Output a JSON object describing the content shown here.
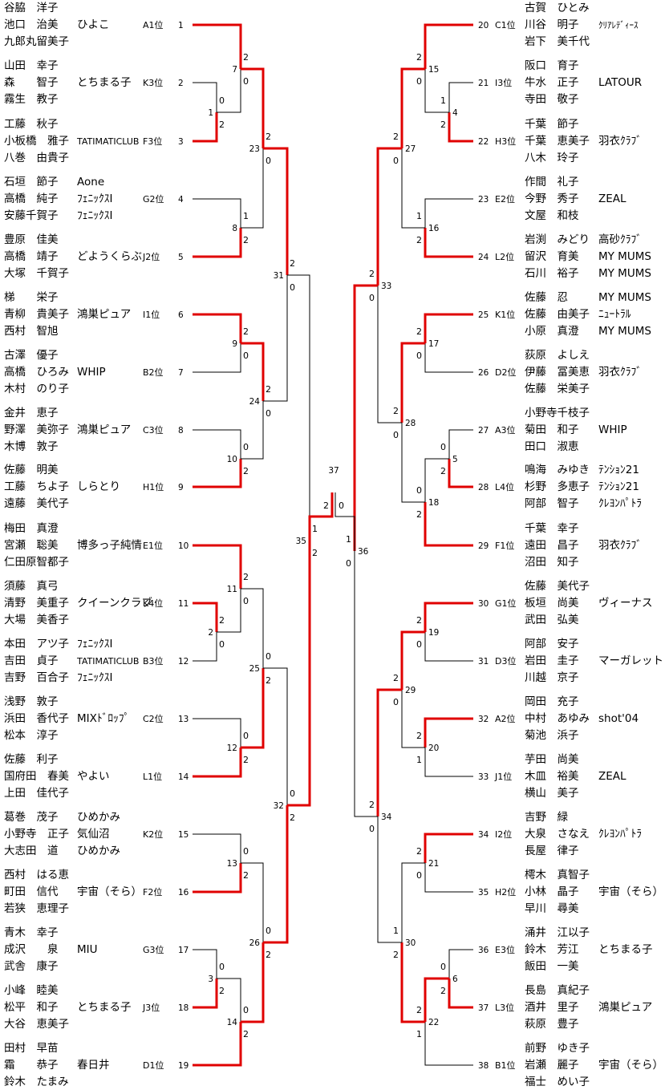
{
  "colors": {
    "winner_line": "#e00000",
    "loser_line": "#000000",
    "background": "#ffffff"
  },
  "teams": [
    {
      "num": "1",
      "seed": "A1位",
      "players": [
        {
          "name": "谷脇　洋子",
          "club": ""
        },
        {
          "name": "池口　治美",
          "club": "ひよこ"
        },
        {
          "name": "九郎丸留美子",
          "club": ""
        }
      ]
    },
    {
      "num": "2",
      "seed": "K3位",
      "players": [
        {
          "name": "山田　幸子",
          "club": ""
        },
        {
          "name": "森　　智子",
          "club": "とちまる子"
        },
        {
          "name": "霧生　教子",
          "club": ""
        }
      ]
    },
    {
      "num": "3",
      "seed": "F3位",
      "players": [
        {
          "name": "工藤　秋子",
          "club": ""
        },
        {
          "name": "小板橋　雅子",
          "club": "TATIMATICLUB"
        },
        {
          "name": "八巻　由貴子",
          "club": ""
        }
      ]
    },
    {
      "num": "4",
      "seed": "G2位",
      "players": [
        {
          "name": "石垣　節子",
          "club": "Aone"
        },
        {
          "name": "高橋　純子",
          "club": "ﾌｪﾆｯｸｽⅠ"
        },
        {
          "name": "安藤千賀子",
          "club": "ﾌｪﾆｯｸｽⅠ"
        }
      ]
    },
    {
      "num": "5",
      "seed": "J2位",
      "players": [
        {
          "name": "豊原　佳美",
          "club": ""
        },
        {
          "name": "高橋　靖子",
          "club": "どようくらぶ"
        },
        {
          "name": "大塚　千賀子",
          "club": ""
        }
      ]
    },
    {
      "num": "6",
      "seed": "I1位",
      "players": [
        {
          "name": "梯　　栄子",
          "club": ""
        },
        {
          "name": "青柳　貴美子",
          "club": "鴻巣ピュア"
        },
        {
          "name": "西村　智旭",
          "club": ""
        }
      ]
    },
    {
      "num": "7",
      "seed": "B2位",
      "players": [
        {
          "name": "古澤　優子",
          "club": ""
        },
        {
          "name": "高橋　ひろみ",
          "club": "WHIP"
        },
        {
          "name": "木村　のり子",
          "club": ""
        }
      ]
    },
    {
      "num": "8",
      "seed": "C3位",
      "players": [
        {
          "name": "金井　恵子",
          "club": ""
        },
        {
          "name": "野澤　美弥子",
          "club": "鴻巣ピュア"
        },
        {
          "name": "木博　敦子",
          "club": ""
        }
      ]
    },
    {
      "num": "9",
      "seed": "H1位",
      "players": [
        {
          "name": "佐藤　明美",
          "club": ""
        },
        {
          "name": "工藤　ちよ子",
          "club": "しらとり"
        },
        {
          "name": "遠藤　美代子",
          "club": ""
        }
      ]
    },
    {
      "num": "10",
      "seed": "E1位",
      "players": [
        {
          "name": "梅田　真澄",
          "club": ""
        },
        {
          "name": "宮瀬　聡美",
          "club": "博多っ子純情"
        },
        {
          "name": "仁田原智都子",
          "club": ""
        }
      ]
    },
    {
      "num": "11",
      "seed": "K4位",
      "players": [
        {
          "name": "須藤　真弓",
          "club": ""
        },
        {
          "name": "清野　美重子",
          "club": "クイーンクラブ"
        },
        {
          "name": "大場　美香子",
          "club": ""
        }
      ]
    },
    {
      "num": "12",
      "seed": "B3位",
      "players": [
        {
          "name": "本田　アツ子",
          "club": "ﾌｪﾆｯｸｽⅠ"
        },
        {
          "name": "吉田　貞子",
          "club": "TATIMATICLUB"
        },
        {
          "name": "吉野　百合子",
          "club": "ﾌｪﾆｯｸｽⅠ"
        }
      ]
    },
    {
      "num": "13",
      "seed": "C2位",
      "players": [
        {
          "name": "浅野　敦子",
          "club": ""
        },
        {
          "name": "浜田　香代子",
          "club": "MIXﾄﾞﾛｯﾌﾟ"
        },
        {
          "name": "松本　淳子",
          "club": ""
        }
      ]
    },
    {
      "num": "14",
      "seed": "L1位",
      "players": [
        {
          "name": "佐藤　利子",
          "club": ""
        },
        {
          "name": "国府田　春美",
          "club": "やよい"
        },
        {
          "name": "上田　佳代子",
          "club": ""
        }
      ]
    },
    {
      "num": "15",
      "seed": "K2位",
      "players": [
        {
          "name": "葛巻　茂子",
          "club": "ひめかみ"
        },
        {
          "name": "小野寺　正子",
          "club": "気仙沼"
        },
        {
          "name": "大志田　道",
          "club": "ひめかみ"
        }
      ]
    },
    {
      "num": "16",
      "seed": "F2位",
      "players": [
        {
          "name": "西村　はる恵",
          "club": ""
        },
        {
          "name": "町田　信代",
          "club": "宇宙（そら）"
        },
        {
          "name": "若狭　恵理子",
          "club": ""
        }
      ]
    },
    {
      "num": "17",
      "seed": "G3位",
      "players": [
        {
          "name": "青木　幸子",
          "club": ""
        },
        {
          "name": "成沢　　泉",
          "club": "MIU"
        },
        {
          "name": "武舎　康子",
          "club": ""
        }
      ]
    },
    {
      "num": "18",
      "seed": "J3位",
      "players": [
        {
          "name": "小峰　睦美",
          "club": ""
        },
        {
          "name": "松平　和子",
          "club": "とちまる子"
        },
        {
          "name": "大谷　恵美子",
          "club": ""
        }
      ]
    },
    {
      "num": "19",
      "seed": "D1位",
      "players": [
        {
          "name": "田村　早苗",
          "club": ""
        },
        {
          "name": "霜　　恭子",
          "club": "春日井"
        },
        {
          "name": "鈴木　たまみ",
          "club": ""
        }
      ]
    },
    {
      "num": "20",
      "seed": "C1位",
      "players": [
        {
          "name": "古賀　ひとみ",
          "club": ""
        },
        {
          "name": "川谷　明子",
          "club": "ｸﾘｱﾚﾃﾞｨｰｽ"
        },
        {
          "name": "岩下　美千代",
          "club": ""
        }
      ]
    },
    {
      "num": "21",
      "seed": "I3位",
      "players": [
        {
          "name": "阪口　育子",
          "club": ""
        },
        {
          "name": "牛水　正子",
          "club": "LATOUR"
        },
        {
          "name": "寺田　敬子",
          "club": ""
        }
      ]
    },
    {
      "num": "22",
      "seed": "H3位",
      "players": [
        {
          "name": "千葉　節子",
          "club": ""
        },
        {
          "name": "千葉　恵美子",
          "club": "羽衣ｸﾗﾌﾞ"
        },
        {
          "name": "八木　玲子",
          "club": ""
        }
      ]
    },
    {
      "num": "23",
      "seed": "E2位",
      "players": [
        {
          "name": "作間　礼子",
          "club": ""
        },
        {
          "name": "今野　秀子",
          "club": "ZEAL"
        },
        {
          "name": "文屋　和枝",
          "club": ""
        }
      ]
    },
    {
      "num": "24",
      "seed": "L2位",
      "players": [
        {
          "name": "岩渕　みどり",
          "club": "高砂ｸﾗﾌﾞ"
        },
        {
          "name": "留沢　育美",
          "club": "MY MUMS"
        },
        {
          "name": "石川　裕子",
          "club": "MY MUMS"
        }
      ]
    },
    {
      "num": "25",
      "seed": "K1位",
      "players": [
        {
          "name": "佐藤　忍",
          "club": "MY MUMS"
        },
        {
          "name": "佐藤　由美子",
          "club": "ﾆｭｰﾄﾗﾙ"
        },
        {
          "name": "小原　真澄",
          "club": "MY MUMS"
        }
      ]
    },
    {
      "num": "26",
      "seed": "D2位",
      "players": [
        {
          "name": "荻原　よしえ",
          "club": ""
        },
        {
          "name": "伊藤　冨美恵",
          "club": "羽衣ｸﾗﾌﾞ"
        },
        {
          "name": "佐藤　栄美子",
          "club": ""
        }
      ]
    },
    {
      "num": "27",
      "seed": "A3位",
      "players": [
        {
          "name": "小野寺千枝子",
          "club": ""
        },
        {
          "name": "菊田　和子",
          "club": "WHIP"
        },
        {
          "name": "田口　淑恵",
          "club": ""
        }
      ]
    },
    {
      "num": "28",
      "seed": "L4位",
      "players": [
        {
          "name": "鳴海　みゆき",
          "club": "ﾃﾝｼｮﾝ21"
        },
        {
          "name": "杉野　多恵子",
          "club": "ﾃﾝｼｮﾝ21"
        },
        {
          "name": "阿部　智子",
          "club": "ｸﾚﾖﾝﾊﾟﾄﾗ"
        }
      ]
    },
    {
      "num": "29",
      "seed": "F1位",
      "players": [
        {
          "name": "千葉　幸子",
          "club": ""
        },
        {
          "name": "遠田　昌子",
          "club": "羽衣ｸﾗﾌﾞ"
        },
        {
          "name": "沼田　知子",
          "club": ""
        }
      ]
    },
    {
      "num": "30",
      "seed": "G1位",
      "players": [
        {
          "name": "佐藤　美代子",
          "club": ""
        },
        {
          "name": "板垣　尚美",
          "club": "ヴィーナス"
        },
        {
          "name": "武田　弘美",
          "club": ""
        }
      ]
    },
    {
      "num": "31",
      "seed": "D3位",
      "players": [
        {
          "name": "阿部　安子",
          "club": ""
        },
        {
          "name": "岩田　圭子",
          "club": "マーガレット"
        },
        {
          "name": "川越　京子",
          "club": ""
        }
      ]
    },
    {
      "num": "32",
      "seed": "A2位",
      "players": [
        {
          "name": "岡田　充子",
          "club": ""
        },
        {
          "name": "中村　あゆみ",
          "club": "shot'04"
        },
        {
          "name": "菊池　浜子",
          "club": ""
        }
      ]
    },
    {
      "num": "33",
      "seed": "J1位",
      "players": [
        {
          "name": "芋田　尚美",
          "club": ""
        },
        {
          "name": "木皿　裕美",
          "club": "ZEAL"
        },
        {
          "name": "横山　美子",
          "club": ""
        }
      ]
    },
    {
      "num": "34",
      "seed": "I2位",
      "players": [
        {
          "name": "吉野　緑",
          "club": ""
        },
        {
          "name": "大泉　さなえ",
          "club": "ｸﾚﾖﾝﾊﾟﾄﾗ"
        },
        {
          "name": "長屋　律子",
          "club": ""
        }
      ]
    },
    {
      "num": "35",
      "seed": "H2位",
      "players": [
        {
          "name": "樗木　真智子",
          "club": ""
        },
        {
          "name": "小林　晶子",
          "club": "宇宙（そら）"
        },
        {
          "name": "早川　尋美",
          "club": ""
        }
      ]
    },
    {
      "num": "36",
      "seed": "E3位",
      "players": [
        {
          "name": "涌井　江以子",
          "club": ""
        },
        {
          "name": "鈴木　芳江",
          "club": "とちまる子"
        },
        {
          "name": "飯田　一美",
          "club": ""
        }
      ]
    },
    {
      "num": "37",
      "seed": "L3位",
      "players": [
        {
          "name": "長島　真紀子",
          "club": ""
        },
        {
          "name": "酒井　里子",
          "club": "鴻巣ピュア"
        },
        {
          "name": "萩原　豊子",
          "club": ""
        }
      ]
    },
    {
      "num": "38",
      "seed": "B1位",
      "players": [
        {
          "name": "前野　ゆき子",
          "club": ""
        },
        {
          "name": "岩瀬　麗子",
          "club": "宇宙（そら）"
        },
        {
          "name": "福士　めい子",
          "club": ""
        }
      ]
    }
  ],
  "matches": [
    {
      "num": "1",
      "score_a": "0",
      "score_b": "2"
    },
    {
      "num": "2",
      "score_a": "2",
      "score_b": "0"
    },
    {
      "num": "3",
      "score_a": "0",
      "score_b": "2"
    },
    {
      "num": "4",
      "score_a": "1",
      "score_b": "2"
    },
    {
      "num": "5",
      "score_a": "0",
      "score_b": "2"
    },
    {
      "num": "6",
      "score_a": "0",
      "score_b": "2"
    },
    {
      "num": "7",
      "score_a": "2",
      "score_b": "0"
    },
    {
      "num": "8",
      "score_a": "1",
      "score_b": "2"
    },
    {
      "num": "9",
      "score_a": "2",
      "score_b": "0"
    },
    {
      "num": "10",
      "score_a": "0",
      "score_b": "2"
    },
    {
      "num": "11",
      "score_a": "2",
      "score_b": "0"
    },
    {
      "num": "12",
      "score_a": "0",
      "score_b": "2"
    },
    {
      "num": "13",
      "score_a": "0",
      "score_b": "2"
    },
    {
      "num": "14",
      "score_a": "0",
      "score_b": "2"
    },
    {
      "num": "15",
      "score_a": "2",
      "score_b": "0"
    },
    {
      "num": "16",
      "score_a": "1",
      "score_b": "2"
    },
    {
      "num": "17",
      "score_a": "2",
      "score_b": "0"
    },
    {
      "num": "18",
      "score_a": "0",
      "score_b": "2"
    },
    {
      "num": "19",
      "score_a": "2",
      "score_b": "0"
    },
    {
      "num": "20",
      "score_a": "2",
      "score_b": "1"
    },
    {
      "num": "21",
      "score_a": "2",
      "score_b": "0"
    },
    {
      "num": "22",
      "score_a": "2",
      "score_b": "1"
    },
    {
      "num": "23",
      "score_a": "2",
      "score_b": "0"
    },
    {
      "num": "24",
      "score_a": "2",
      "score_b": "0"
    },
    {
      "num": "25",
      "score_a": "0",
      "score_b": "2"
    },
    {
      "num": "26",
      "score_a": "0",
      "score_b": "2"
    },
    {
      "num": "27",
      "score_a": "2",
      "score_b": "0"
    },
    {
      "num": "28",
      "score_a": "2",
      "score_b": "0"
    },
    {
      "num": "29",
      "score_a": "2",
      "score_b": "0"
    },
    {
      "num": "30",
      "score_a": "1",
      "score_b": "2"
    },
    {
      "num": "31",
      "score_a": "2",
      "score_b": "0"
    },
    {
      "num": "32",
      "score_a": "0",
      "score_b": "2"
    },
    {
      "num": "33",
      "score_a": "2",
      "score_b": "0"
    },
    {
      "num": "34",
      "score_a": "2",
      "score_b": "0"
    },
    {
      "num": "35",
      "score_a": "1",
      "score_b": "2"
    },
    {
      "num": "36",
      "score_a": "1",
      "score_b": "0"
    },
    {
      "num": "37",
      "score_a": "2",
      "score_b": "0"
    }
  ]
}
